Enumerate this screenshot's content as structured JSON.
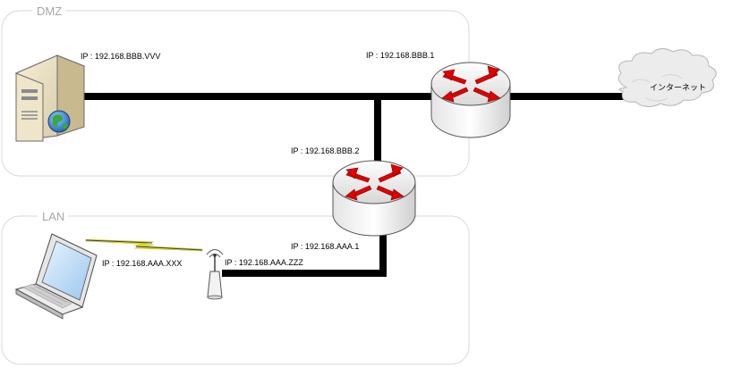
{
  "zones": {
    "dmz": "DMZ",
    "lan": "LAN"
  },
  "labels": {
    "server_ip": "IP : 192.168.BBB.VVV",
    "router1_ip": "IP : 192.168.BBB.1",
    "router2_dmz_ip": "IP : 192.168.BBB.2",
    "router2_lan_ip": "IP : 192.168.AAA.1",
    "laptop_ip": "IP : 192.168.AAA.XXX",
    "ap_ip": "IP : 192.168.AAA.ZZZ",
    "internet": "インターネット"
  },
  "colors": {
    "zone_border": "#d9d9d9",
    "link": "#000000",
    "router_arrow": "#e00000",
    "wireless": "#f2e600"
  }
}
